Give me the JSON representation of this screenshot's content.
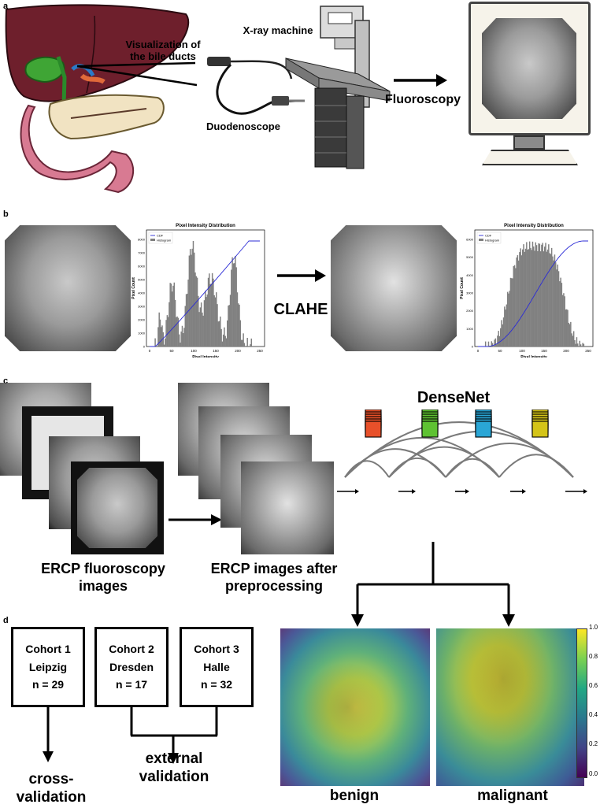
{
  "panel_a": {
    "letter": "a",
    "bile_label": "Visualization of the bile ducts",
    "xray_label": "X-ray machine",
    "duodenoscope_label": "Duodenoscope",
    "fluoroscopy_label": "Fluoroscopy"
  },
  "panel_b": {
    "letter": "b",
    "clahe_label": "CLAHE",
    "hist1": {
      "title": "Pixel Intensity Distribution",
      "xlabel": "Pixel Intensity",
      "ylabel": "Pixel Count",
      "legend": [
        "CDF",
        "Histogram"
      ],
      "xticks": [
        "0",
        "50",
        "100",
        "150",
        "200",
        "250"
      ],
      "yticks": [
        "0",
        "1000",
        "2000",
        "3000",
        "4000",
        "5000",
        "6000",
        "7000",
        "8000"
      ]
    },
    "hist2": {
      "title": "Pixel Intensity Distribution",
      "xlabel": "Pixel Intensity",
      "ylabel": "Pixel Count",
      "legend": [
        "CDF",
        "Histogram"
      ],
      "xticks": [
        "0",
        "50",
        "100",
        "150",
        "200",
        "250"
      ],
      "yticks": [
        "0",
        "1000",
        "2000",
        "3000",
        "4000",
        "5000",
        "6000"
      ]
    }
  },
  "panel_c": {
    "letter": "c",
    "raw_label": "ERCP fluoroscopy images",
    "prep_label": "ERCP images after preprocessing",
    "net_label": "DenseNet",
    "block_colors": [
      "#e8502a",
      "#5ec232",
      "#2aa6d6",
      "#d4c418"
    ]
  },
  "panel_d": {
    "letter": "d",
    "cohorts": [
      {
        "name": "Cohort 1",
        "site": "Leipzig",
        "n": "n = 29"
      },
      {
        "name": "Cohort 2",
        "site": "Dresden",
        "n": "n = 17"
      },
      {
        "name": "Cohort 3",
        "site": "Halle",
        "n": "n = 32"
      }
    ],
    "cross_label": "cross-validation",
    "external_label": "external validation",
    "benign_label": "benign",
    "malignant_label": "malignant",
    "colorbar_ticks": [
      "1.0",
      "0.8",
      "0.6",
      "0.4",
      "0.2",
      "0.0"
    ]
  }
}
